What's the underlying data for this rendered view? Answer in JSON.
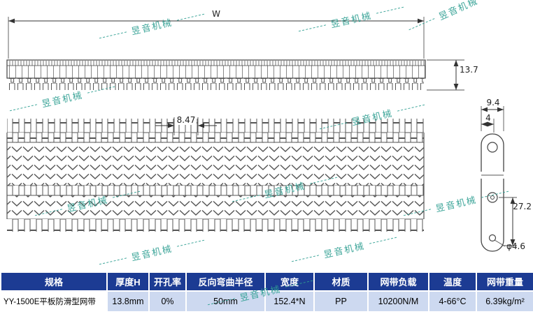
{
  "watermark": {
    "text": "昱音机械",
    "color": "#2f9f92"
  },
  "drawing": {
    "dim_overall_width": "W",
    "dim_thickness": "13.7",
    "dim_pitch": "8.47",
    "dim_plate_width": "9.4",
    "dim_plate_offset": "4",
    "dim_plate_height": "27.2",
    "dim_hole_diameter": "φ4.6"
  },
  "table": {
    "headers": [
      "规格",
      "厚度H",
      "开孔率",
      "反向弯曲半径",
      "宽度",
      "材质",
      "网带负载",
      "温度",
      "网带重量"
    ],
    "row": [
      "YY-1500E平板防滑型网带",
      "13.8mm",
      "0%",
      "50mm",
      "152.4*N",
      "PP",
      "10200N/M",
      "4-66°C",
      "6.39kg/m²"
    ]
  },
  "colors": {
    "table_header_bg": "#1c3b93",
    "table_header_text": "#ffffff",
    "table_row_bg": "#cdd9f0",
    "watermark": "#2f9f92",
    "line": "#444444"
  }
}
